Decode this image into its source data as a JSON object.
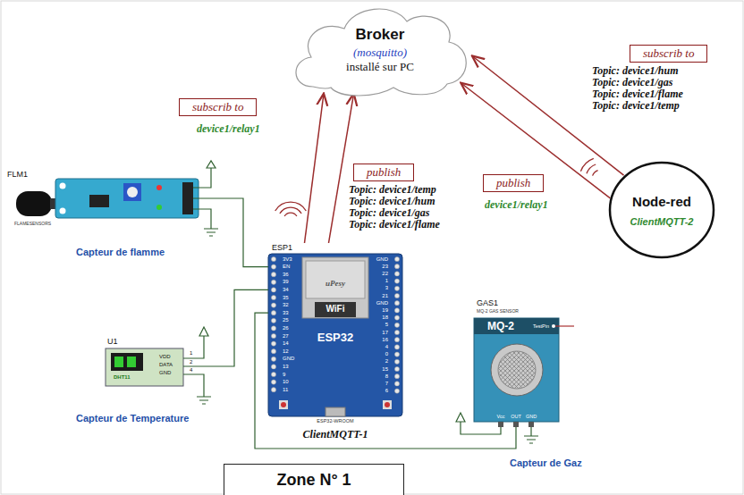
{
  "diagram": {
    "nodes": [
      {
        "text": [
          "Broker",
          "(mosquitto)",
          "installé sur PC"
        ]
      },
      {
        "text": [
          "subscrib to",
          "Topic: device1/hum",
          "Topic: device1/gas",
          "Topic: device1/flame",
          "Topic: device1/temp"
        ]
      },
      {
        "text": [
          "subscrib to",
          "device1/relay1"
        ]
      },
      {
        "text": [
          "publish",
          "device1/relay1"
        ]
      },
      {
        "text": [
          "publish",
          "Topic: device1/temp",
          "Topic: device1/hum",
          "Topic: device1/gas",
          "Topic: device1/flame"
        ]
      },
      {
        "text": [
          "Node-red",
          "ClientMQTT-2"
        ]
      },
      {
        "text": [
          "ESP1",
          "uPesy",
          "WiFi",
          "ESP32",
          "ESP32-WROOM",
          "ClientMQTT-1"
        ]
      },
      {
        "text": [
          "Zone N° 1"
        ]
      }
    ],
    "edges": [
      {
        "from": 6,
        "to": 0,
        "arrow": "to"
      },
      {
        "from": 6,
        "to": 0,
        "arrow": "to"
      },
      {
        "from": 5,
        "to": 0,
        "arrow": "to"
      },
      {
        "from": 5,
        "to": 0,
        "arrow": "to"
      }
    ],
    "labels": [
      "FLM1",
      "FLAMESENSORS",
      "Capteur de flamme",
      "U1",
      "DHT11",
      "VDD",
      "DATA",
      "GND",
      "1",
      "2",
      "4",
      "Capteur de Temperature",
      "GAS1",
      "MQ-2 GAS SENSOR",
      "MQ-2",
      "TestPin",
      "Vcc",
      "OUT",
      "GND",
      "Capteur de Gaz",
      "3V3",
      "EN",
      "36",
      "39",
      "34",
      "35",
      "32",
      "33",
      "25",
      "26",
      "27",
      "14",
      "12",
      "GND",
      "13",
      "9",
      "10",
      "11",
      "GND",
      "23",
      "22",
      "1",
      "3",
      "21",
      "GND",
      "19",
      "18",
      "5",
      "17",
      "16",
      "4",
      "0",
      "2",
      "15",
      "8",
      "7",
      "6"
    ]
  }
}
